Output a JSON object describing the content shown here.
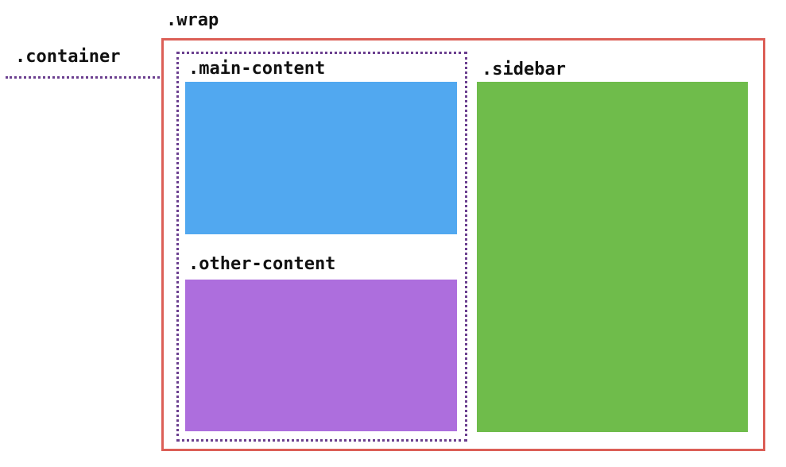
{
  "diagram": {
    "labels": {
      "wrap": ".wrap",
      "container": ".container",
      "main_content": ".main-content",
      "other_content": ".other-content",
      "sidebar": ".sidebar"
    },
    "colors": {
      "wrap_border": "#dc5f57",
      "container_border": "#6b3f8f",
      "main_content_fill": "#51a8f0",
      "other_content_fill": "#ad6edd",
      "sidebar_fill": "#6fbc4b",
      "label_text": "#111111",
      "background": "#ffffff"
    }
  }
}
